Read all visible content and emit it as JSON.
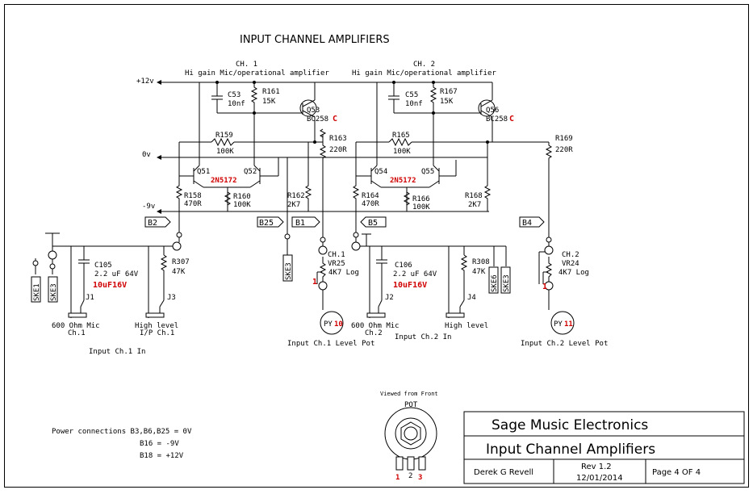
{
  "title": "INPUT CHANNEL AMPLIFIERS",
  "channels": [
    {
      "heading": "CH. 1",
      "subheading": "Hi gain Mic/operational amplifier",
      "cap_label": "C53",
      "cap_value": "10nf",
      "r_top_label": "R161",
      "r_top_value": "15K",
      "q_pnp_label": "Q53",
      "q_pnp_type": "BC258",
      "q_pnp_suffix": "C",
      "r_fb_label": "R159",
      "r_fb_value": "100K",
      "q_pair_left": "Q51",
      "q_pair_right": "Q52",
      "q_pair_type": "2N5172",
      "r_emit_l_label": "R158",
      "r_emit_l_value": "470R",
      "r_emit_r_label": "R160",
      "r_emit_r_value": "100K",
      "r_out_label": "R163",
      "r_out_value": "220R",
      "r_load_label": "R162",
      "r_load_value": "2K7",
      "in_cap_label": "C105",
      "in_cap_value": "2.2 uF 64V",
      "in_cap_note": "10uF16V",
      "in_res_label": "R307",
      "in_res_value": "47K",
      "jack_mic": "J1",
      "jack_line": "J3",
      "mic_label_1": "600 Ohm Mic",
      "mic_label_2": "Ch.1",
      "line_label_1": "High level",
      "line_label_2": "I/P Ch.1",
      "in_caption": "Input Ch.1 In",
      "ske_a": "SKE1",
      "ske_b": "SKE3",
      "pot_ch": "CH.1",
      "pot_label": "VR25",
      "pot_value": "4K7 Log",
      "pot_pin": "1",
      "py_prefix": "PY",
      "py_num": "10",
      "pot_caption": "Input Ch.1 Level Pot",
      "pot_ske": "SKE3"
    },
    {
      "heading": "CH. 2",
      "subheading": "Hi gain Mic/operational amplifier",
      "cap_label": "C55",
      "cap_value": "10nf",
      "r_top_label": "R167",
      "r_top_value": "15K",
      "q_pnp_label": "Q56",
      "q_pnp_type": "BC258",
      "q_pnp_suffix": "C",
      "r_fb_label": "R165",
      "r_fb_value": "100K",
      "q_pair_left": "Q54",
      "q_pair_right": "Q55",
      "q_pair_type": "2N5172",
      "r_emit_l_label": "R164",
      "r_emit_l_value": "470R",
      "r_emit_r_label": "R166",
      "r_emit_r_value": "100K",
      "r_out_label": "R169",
      "r_out_value": "220R",
      "r_load_label": "R168",
      "r_load_value": "2K7",
      "in_cap_label": "C106",
      "in_cap_value": "2.2 uF 64V",
      "in_cap_note": "10uF16V",
      "in_res_label": "R308",
      "in_res_value": "47K",
      "jack_mic": "J2",
      "jack_line": "J4",
      "mic_label_1": "600 Ohm Mic",
      "mic_label_2": "Ch.2",
      "line_label_1": "High level",
      "line_label_2": "",
      "in_caption": "Input Ch.2 In",
      "ske_a": "SKE6",
      "ske_b": "SKE3",
      "pot_ch": "CH.2",
      "pot_label": "VR24",
      "pot_value": "4K7 Log",
      "pot_pin": "1",
      "py_prefix": "PY",
      "py_num": "11",
      "pot_caption": "Input Ch.2 Level Pot"
    }
  ],
  "rails": {
    "pos": "+12v",
    "zero": "0v",
    "neg": "-9v"
  },
  "buses": {
    "b2": "B2",
    "b25": "B25",
    "b1": "B1",
    "b5": "B5",
    "b4": "B4"
  },
  "power": {
    "line1": "Power connections B3,B6,B25 = 0V",
    "line2": "B16 = -9V",
    "line3": "B18 = +12V"
  },
  "pot_detail": {
    "caption": "Viewed from Front",
    "label": "POT",
    "pin1": "1",
    "pin2": "2",
    "pin3": "3"
  },
  "title_block": {
    "company": "Sage Music Electronics",
    "drawing": "Input Channel Amplifiers",
    "author": "Derek G Revell",
    "rev": "Rev 1.2",
    "date": "12/01/2014",
    "page": "Page 4 OF 4"
  },
  "colors": {
    "ink": "#000000",
    "accent": "#d00000",
    "paper": "#ffffff"
  }
}
